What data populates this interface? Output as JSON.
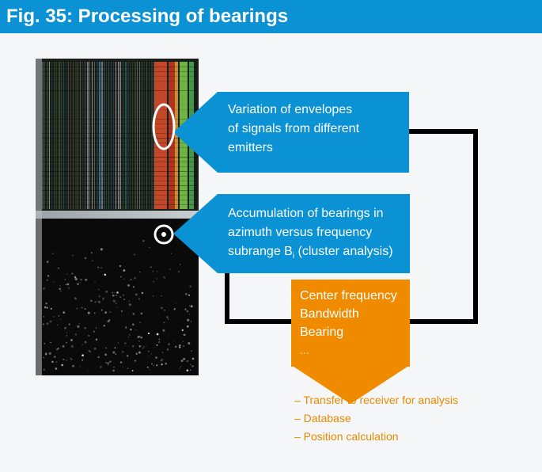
{
  "figure": {
    "title": "Fig. 35: Processing of bearings"
  },
  "callouts": [
    {
      "lines": [
        "Variation of envelopes",
        "of signals from different",
        "emitters"
      ]
    },
    {
      "lines": [
        "Accumulation of bearings in",
        "azimuth versus frequency",
        "subrange B"
      ],
      "subscript": "i",
      "suffix": " (cluster analysis)"
    }
  ],
  "result_box": {
    "lines": [
      "Center frequency",
      "Bandwidth",
      "Bearing",
      "..."
    ]
  },
  "outputs": [
    "– Transfer to receiver for analysis",
    "– Database",
    "– Position calculation"
  ],
  "colors": {
    "title_bar": "#0a92d4",
    "callout": "#0a92d4",
    "result_box": "#f08b00",
    "output_text": "#e88a00",
    "panel_background": "#f4f6f7"
  }
}
